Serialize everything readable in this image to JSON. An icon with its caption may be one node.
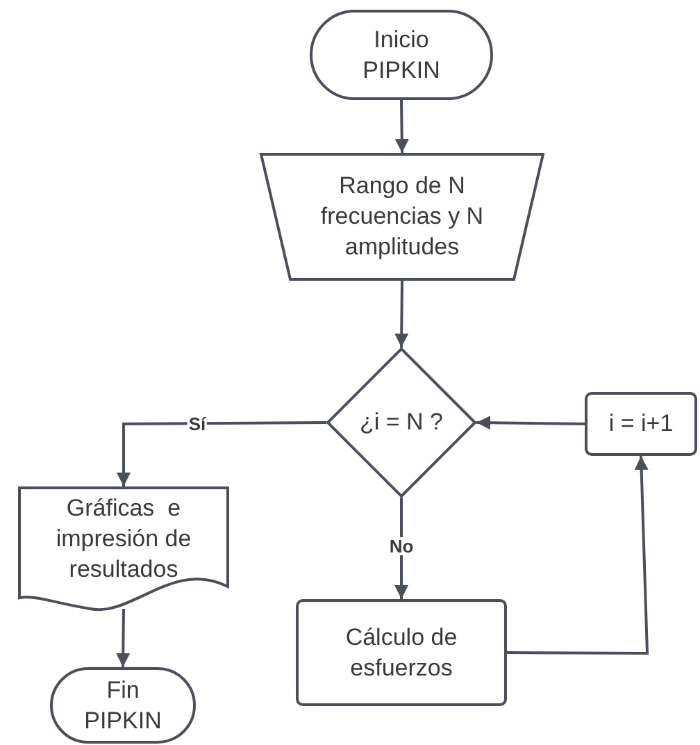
{
  "diagram": {
    "nodes": [
      {
        "text": [
          "Inicio PIPKIN"
        ]
      },
      {
        "text": [
          "Rango de N frecuencias y N amplitudes"
        ]
      },
      {
        "text": [
          "¿i = N ?"
        ]
      },
      {
        "text": [
          "i = i+1"
        ]
      },
      {
        "text": [
          "Gráficas  e impresión de resultados"
        ]
      },
      {
        "text": [
          "Cálculo de esfuerzos"
        ]
      },
      {
        "text": [
          "Fin PIPKIN"
        ]
      }
    ],
    "edges": [
      {
        "from": 0,
        "to": 1,
        "arrow": "to"
      },
      {
        "from": 1,
        "to": 2,
        "arrow": "to"
      },
      {
        "from": 2,
        "to": 4,
        "arrow": "to",
        "label": "Sí"
      },
      {
        "from": 4,
        "to": 6,
        "arrow": "to"
      },
      {
        "from": 2,
        "to": 5,
        "arrow": "to",
        "label": "No"
      },
      {
        "from": 5,
        "to": 3,
        "arrow": "to"
      },
      {
        "from": 3,
        "to": 2,
        "arrow": "to"
      }
    ]
  }
}
